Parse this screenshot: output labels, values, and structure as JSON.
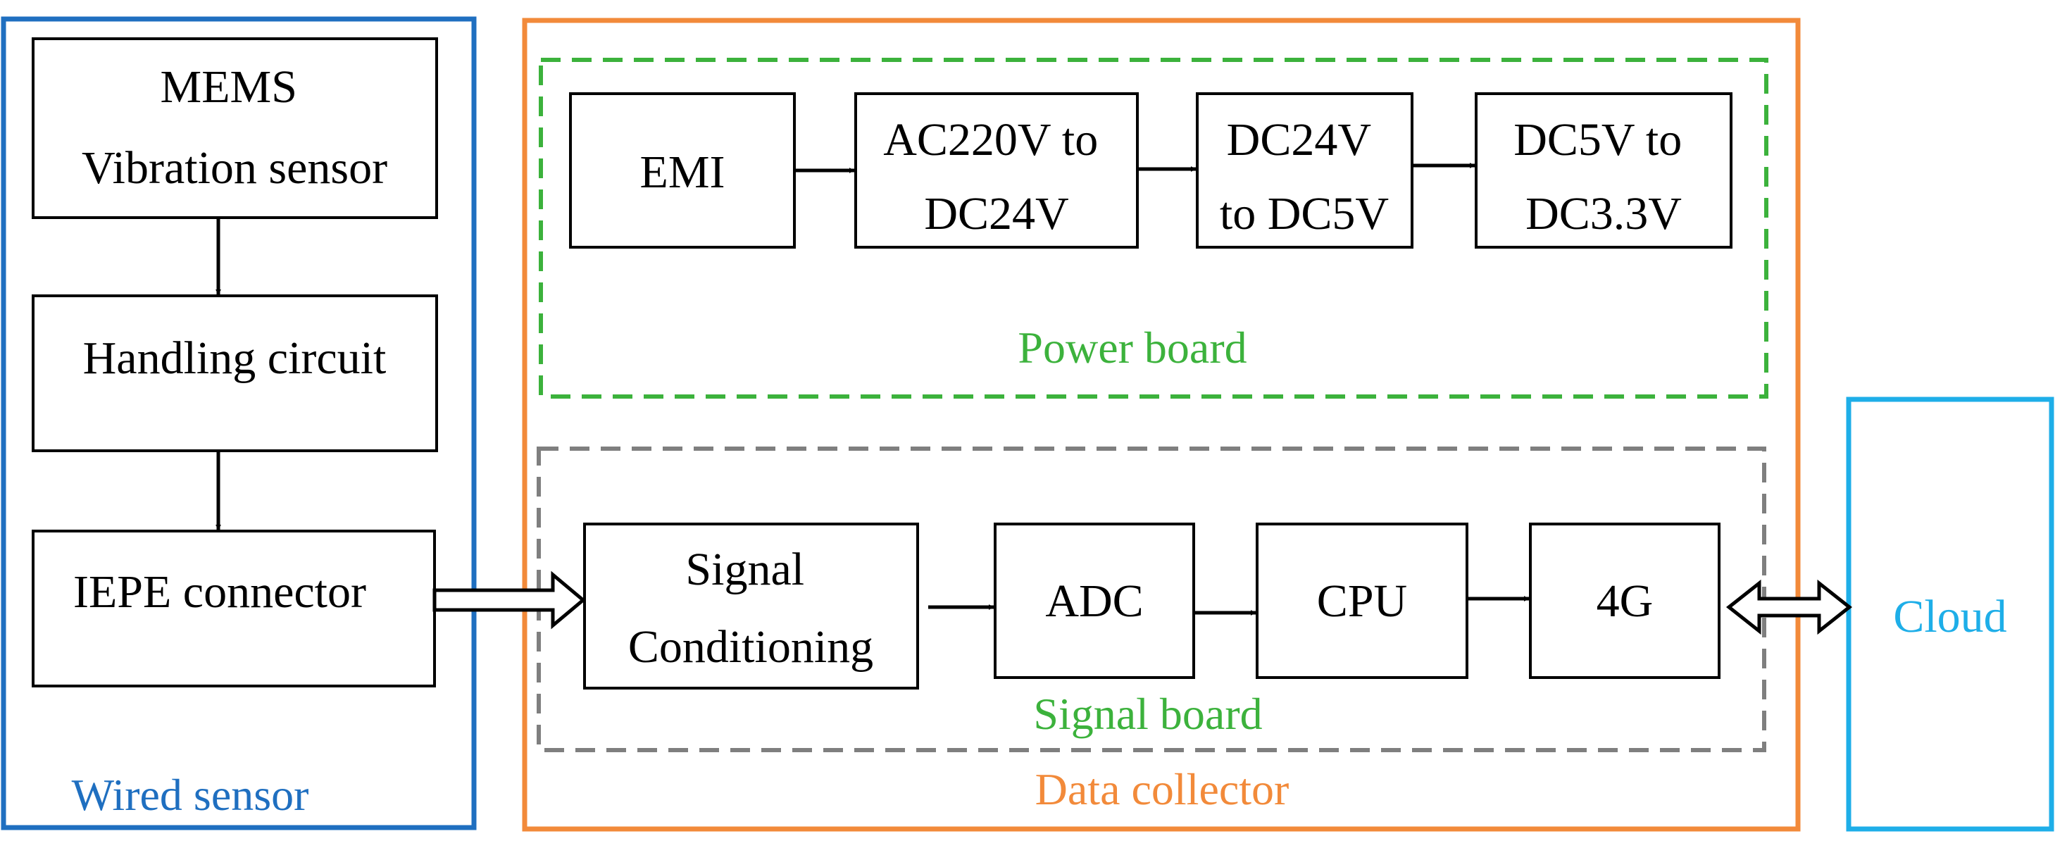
{
  "colors": {
    "wired_sensor": "#1f6fc0",
    "data_collector": "#f28a3a",
    "power_board": "#3cb23c",
    "signal_board_border": "#7f7f7f",
    "signal_board_label": "#3cb23c",
    "cloud": "#1eaee8",
    "block": "#000000"
  },
  "groups": {
    "wired_sensor": "Wired sensor",
    "data_collector": "Data collector",
    "power_board": "Power board",
    "signal_board": "Signal board",
    "cloud": "Cloud"
  },
  "blocks": {
    "mems": [
      "MEMS",
      "Vibration sensor"
    ],
    "handling": [
      "Handling circuit"
    ],
    "iepe": [
      "IEPE connector"
    ],
    "emi": [
      "EMI"
    ],
    "ac220": [
      "AC220V to",
      "DC24V"
    ],
    "dc24": [
      "DC24V",
      "to DC5V"
    ],
    "dc5": [
      "DC5V to",
      "DC3.3V"
    ],
    "signal_cond": [
      "Signal",
      "Conditioning"
    ],
    "adc": [
      "ADC"
    ],
    "cpu": [
      "CPU"
    ],
    "g4": [
      "4G"
    ]
  },
  "icons": {
    "arrow": "arrow-icon",
    "hollow_arrow": "hollow-arrow-icon",
    "double_arrow": "double-hollow-arrow-icon"
  }
}
